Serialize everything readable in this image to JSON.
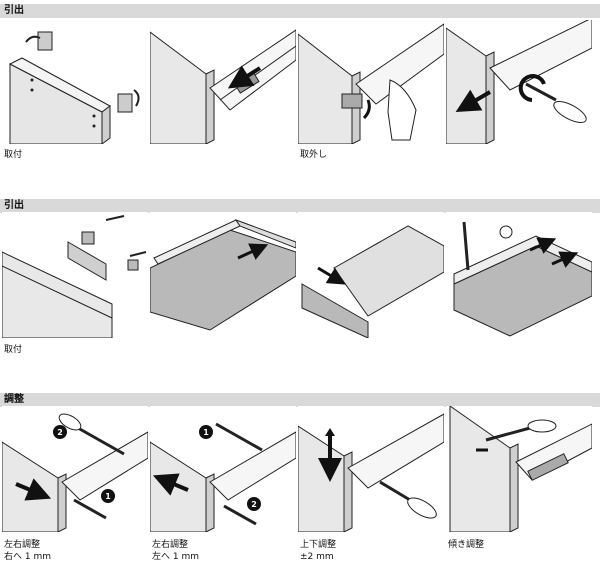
{
  "sections": [
    {
      "title": "引出",
      "captions": [
        {
          "text": "取付"
        },
        {
          "text": "取外し"
        }
      ]
    },
    {
      "title": "引出",
      "captions": [
        {
          "text": "取付"
        }
      ]
    },
    {
      "title": "調整",
      "captions": [
        {
          "line1": "左右調整",
          "line2": "右へ 1 mm"
        },
        {
          "line1": "左右調整",
          "line2": "左へ 1 mm"
        },
        {
          "line1": "上下調整",
          "line2": "±2 mm"
        },
        {
          "line1": "傾き調整"
        }
      ]
    }
  ],
  "steps": {
    "one": "1",
    "two": "2"
  },
  "colors": {
    "section_bar": "#d9d9d9",
    "line": "#222222",
    "panel_grey": "#b9b9b9"
  }
}
